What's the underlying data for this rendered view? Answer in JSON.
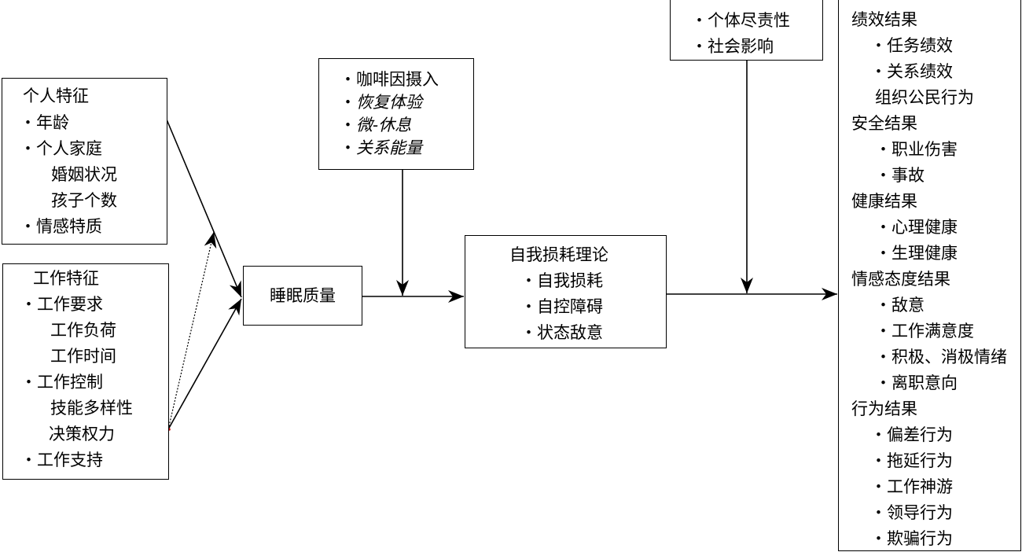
{
  "bullet": "・",
  "personal": {
    "title": "个人特征",
    "items": [
      {
        "text": "年龄",
        "bullet": true,
        "indent": 1
      },
      {
        "text": "个人家庭",
        "bullet": true,
        "indent": 1
      },
      {
        "text": "婚姻状况",
        "bullet": false,
        "indent": 2
      },
      {
        "text": "孩子个数",
        "bullet": false,
        "indent": 2
      },
      {
        "text": "情感特质",
        "bullet": true,
        "indent": 1
      }
    ]
  },
  "job": {
    "title": "工作特征",
    "items": [
      {
        "text": "工作要求",
        "bullet": true,
        "indent": 1
      },
      {
        "text": "工作负荷",
        "bullet": false,
        "indent": 2
      },
      {
        "text": "工作时间",
        "bullet": false,
        "indent": 2
      },
      {
        "text": "工作控制",
        "bullet": true,
        "indent": 1
      },
      {
        "text": "技能多样性",
        "bullet": false,
        "indent": 2
      },
      {
        "text": "决策权力",
        "bullet": false,
        "indent": 2
      },
      {
        "text": "工作支持",
        "bullet": true,
        "indent": 1
      }
    ]
  },
  "sleep": {
    "title": "睡眠质量"
  },
  "moderators_sleep": {
    "items": [
      {
        "text": "咖啡因摄入",
        "italic": false
      },
      {
        "text": "恢复体验",
        "italic": true
      },
      {
        "text": "微-休息",
        "italic": true
      },
      {
        "text": "关系能量",
        "italic": true
      }
    ]
  },
  "ego": {
    "title": "自我损耗理论",
    "items": [
      "自我损耗",
      "自控障碍",
      "状态敌意"
    ]
  },
  "moderators_ego": {
    "items": [
      "个体尽责性",
      "社会影响"
    ]
  },
  "outcomes": {
    "groups": [
      {
        "title": "绩效结果",
        "items": [
          {
            "text": "任务绩效",
            "bullet": true
          },
          {
            "text": "关系绩效",
            "bullet": true
          },
          {
            "text": "组织公民行为",
            "bullet": false
          }
        ]
      },
      {
        "title": "安全结果",
        "items": [
          {
            "text": "职业伤害",
            "bullet": true
          },
          {
            "text": "事故",
            "bullet": true
          }
        ]
      },
      {
        "title": "健康结果",
        "items": [
          {
            "text": "心理健康",
            "bullet": true
          },
          {
            "text": "生理健康",
            "bullet": true
          }
        ]
      },
      {
        "title": "情感态度结果",
        "items": [
          {
            "text": "敌意",
            "bullet": true
          },
          {
            "text": "工作满意度",
            "bullet": true
          },
          {
            "text": "积极、消极情绪",
            "bullet": true
          },
          {
            "text": "离职意向",
            "bullet": true
          }
        ]
      },
      {
        "title": "行为结果",
        "items": [
          {
            "text": "偏差行为",
            "bullet": true
          },
          {
            "text": "拖延行为",
            "bullet": true
          },
          {
            "text": "工作神游",
            "bullet": true
          },
          {
            "text": "领导行为",
            "bullet": true
          },
          {
            "text": "欺骗行为",
            "bullet": true
          }
        ]
      }
    ]
  },
  "colors": {
    "stroke": "#000000",
    "background": "#ffffff",
    "marker_dot": "#c00000"
  }
}
